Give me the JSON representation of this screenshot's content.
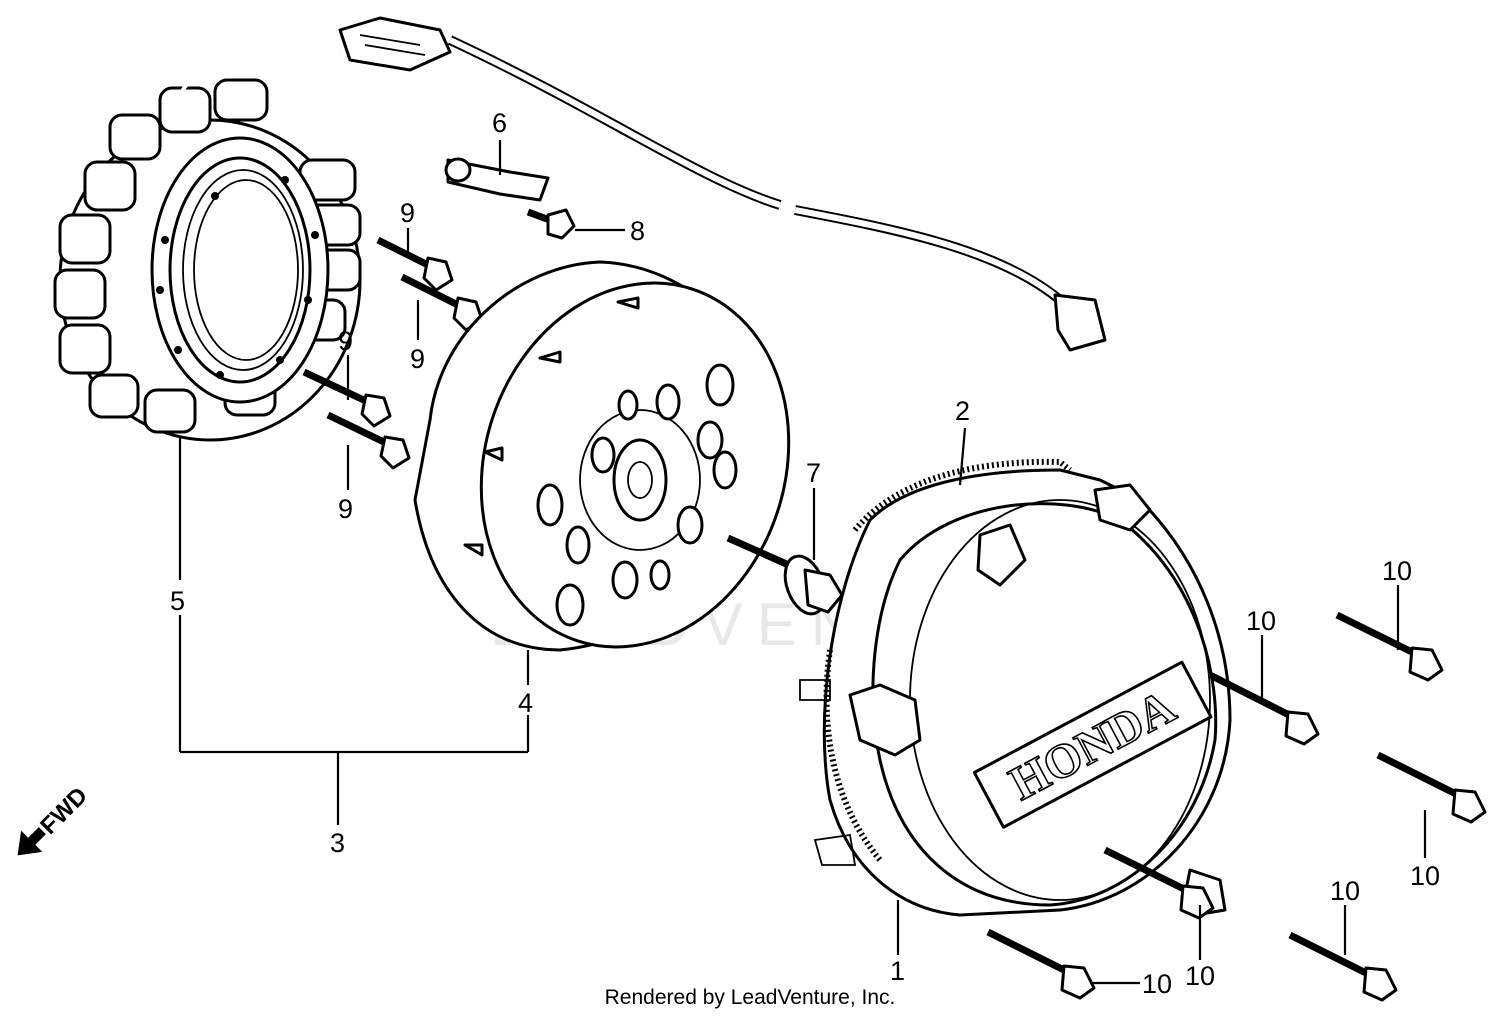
{
  "watermark": "LEADVENTURE",
  "fwd_label": "FWD",
  "cover_logo": "HONDA",
  "credit": "Rendered by LeadVenture, Inc.",
  "callouts": {
    "c1": "1",
    "c2": "2",
    "c3": "3",
    "c4": "4",
    "c5": "5",
    "c6": "6",
    "c7": "7",
    "c8": "8",
    "c9a": "9",
    "c9b": "9",
    "c9c": "9",
    "c9d": "9",
    "c10a": "10",
    "c10b": "10",
    "c10c": "10",
    "c10d": "10",
    "c10e": "10",
    "c10f": "10"
  }
}
